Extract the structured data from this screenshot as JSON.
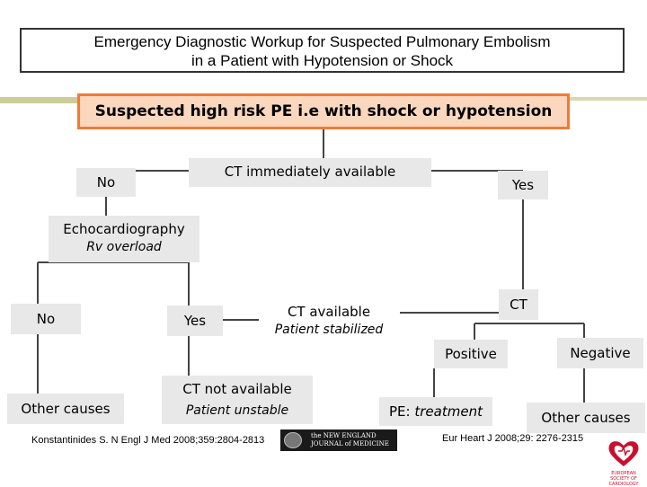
{
  "title": {
    "line1": "Emergency Diagnostic Workup for Suspected Pulmonary Embolism",
    "line2": "in a Patient  with Hypotension or Shock"
  },
  "flow": {
    "top": "Suspected high risk PE i.e with shock or hypotension",
    "ct_immediate": "CT immediately available",
    "no1": "No",
    "yes1": "Yes",
    "echo": "Echocardiography",
    "echo_sub": "Rv overload",
    "no2": "No",
    "yes2": "Yes",
    "ct_available": "CT available",
    "ct_available_sub": "Patient stabilized",
    "ct": "CT",
    "positive": "Positive",
    "negative": "Negative",
    "other_causes_left": "Other causes",
    "ct_not_available": "CT not available",
    "ct_not_available_sub": "Patient unstable",
    "pe_label": "PE:",
    "pe_treatment": "treatment",
    "other_causes_right": "Other causes"
  },
  "citations": {
    "left": "Konstantinides S. N Engl J Med 2008;359:2804-2813",
    "right": "Eur Heart J 2008;29: 2276-2315"
  },
  "logos": {
    "nejm_line1": "the NEW ENGLAND",
    "nejm_line2": "JOURNAL of MEDICINE",
    "esc": "EUROPEAN SOCIETY OF CARDIOLOGY"
  },
  "colors": {
    "top_fill": "#fbd7be",
    "top_border": "#f07a3a",
    "node_fill": "#e8e8e8",
    "edge": "#444444"
  }
}
